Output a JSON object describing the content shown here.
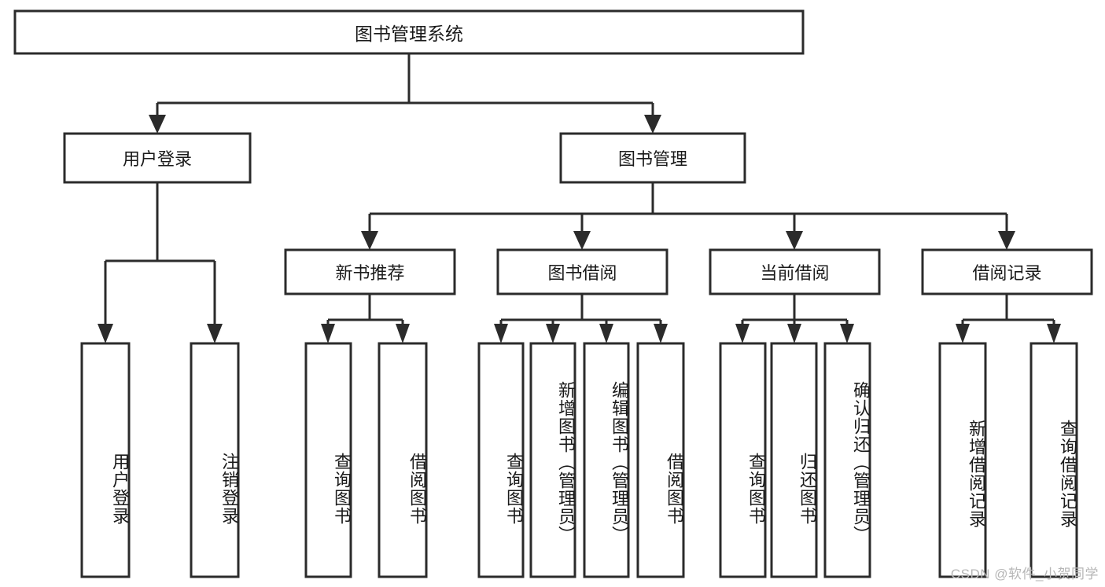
{
  "diagram": {
    "title": "图书管理系统",
    "type": "tree",
    "watermark": "CSDN @软件_小贺同学",
    "colors": {
      "stroke": "#2b2b2b",
      "fill": "#ffffff",
      "text": "#1a1a1a",
      "watermark": "#b6b6b6"
    },
    "root": {
      "label": "图书管理系统"
    },
    "level2": [
      {
        "label": "用户登录"
      },
      {
        "label": "图书管理"
      }
    ],
    "level3": [
      {
        "label": "新书推荐"
      },
      {
        "label": "图书借阅"
      },
      {
        "label": "当前借阅"
      },
      {
        "label": "借阅记录"
      }
    ],
    "leaves": {
      "user_login": [
        {
          "label": "用户登录"
        },
        {
          "label": "注销登录"
        }
      ],
      "new_book_recommend": [
        {
          "label": "查询图书"
        },
        {
          "label": "借阅图书"
        }
      ],
      "book_borrow": [
        {
          "label": "查询图书"
        },
        {
          "label": "新增图书（管理员）"
        },
        {
          "label": "编辑图书（管理员）"
        },
        {
          "label": "借阅图书"
        }
      ],
      "current_borrow": [
        {
          "label": "查询图书"
        },
        {
          "label": "归还图书"
        },
        {
          "label": "确认归还（管理员）"
        }
      ],
      "borrow_record": [
        {
          "label": "新增借阅记录"
        },
        {
          "label": "查询借阅记录"
        }
      ]
    }
  }
}
